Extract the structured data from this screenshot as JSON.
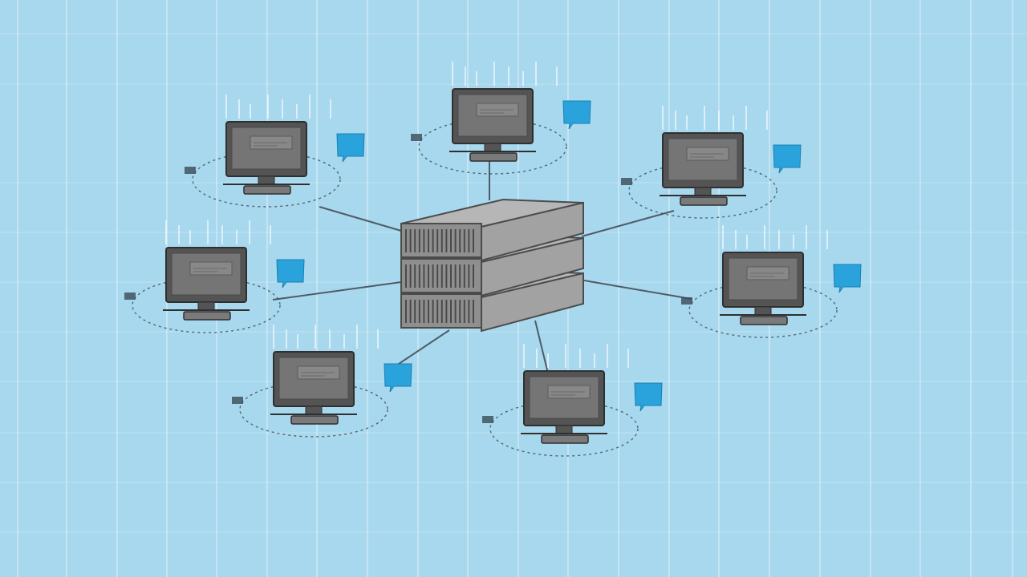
{
  "canvas_title": "",
  "colors": {
    "background": "#a8d8ee",
    "background_center": "#c2e6f5",
    "grid_line": "#ffffff",
    "server_front": "#8f8f8f",
    "server_top": "#b6b6b6",
    "server_side": "#a2a2a2",
    "server_outline": "#4b4b4b",
    "monitor_bezel": "#545454",
    "monitor_screen": "#757575",
    "monitor_outline": "#2f2f2f",
    "chat_bubble": "#2aa3dc",
    "link_line": "#4e5c66",
    "orbit": "#3b4a55"
  },
  "diagram": {
    "type": "star-network",
    "hub": {
      "name": "server-rack",
      "units": 3
    },
    "nodes": [
      {
        "name": "client-top-left",
        "icon": "desktop-computer-icon",
        "badge": "chat-bubble-icon"
      },
      {
        "name": "client-top-center",
        "icon": "desktop-computer-icon",
        "badge": "chat-bubble-icon"
      },
      {
        "name": "client-top-right",
        "icon": "desktop-computer-icon",
        "badge": "chat-bubble-icon"
      },
      {
        "name": "client-middle-left",
        "icon": "desktop-computer-icon",
        "badge": "chat-bubble-icon"
      },
      {
        "name": "client-middle-right",
        "icon": "desktop-computer-icon",
        "badge": "chat-bubble-icon"
      },
      {
        "name": "client-bottom-left",
        "icon": "desktop-computer-icon",
        "badge": "chat-bubble-icon"
      },
      {
        "name": "client-bottom-center",
        "icon": "desktop-computer-icon",
        "badge": "chat-bubble-icon"
      }
    ]
  }
}
